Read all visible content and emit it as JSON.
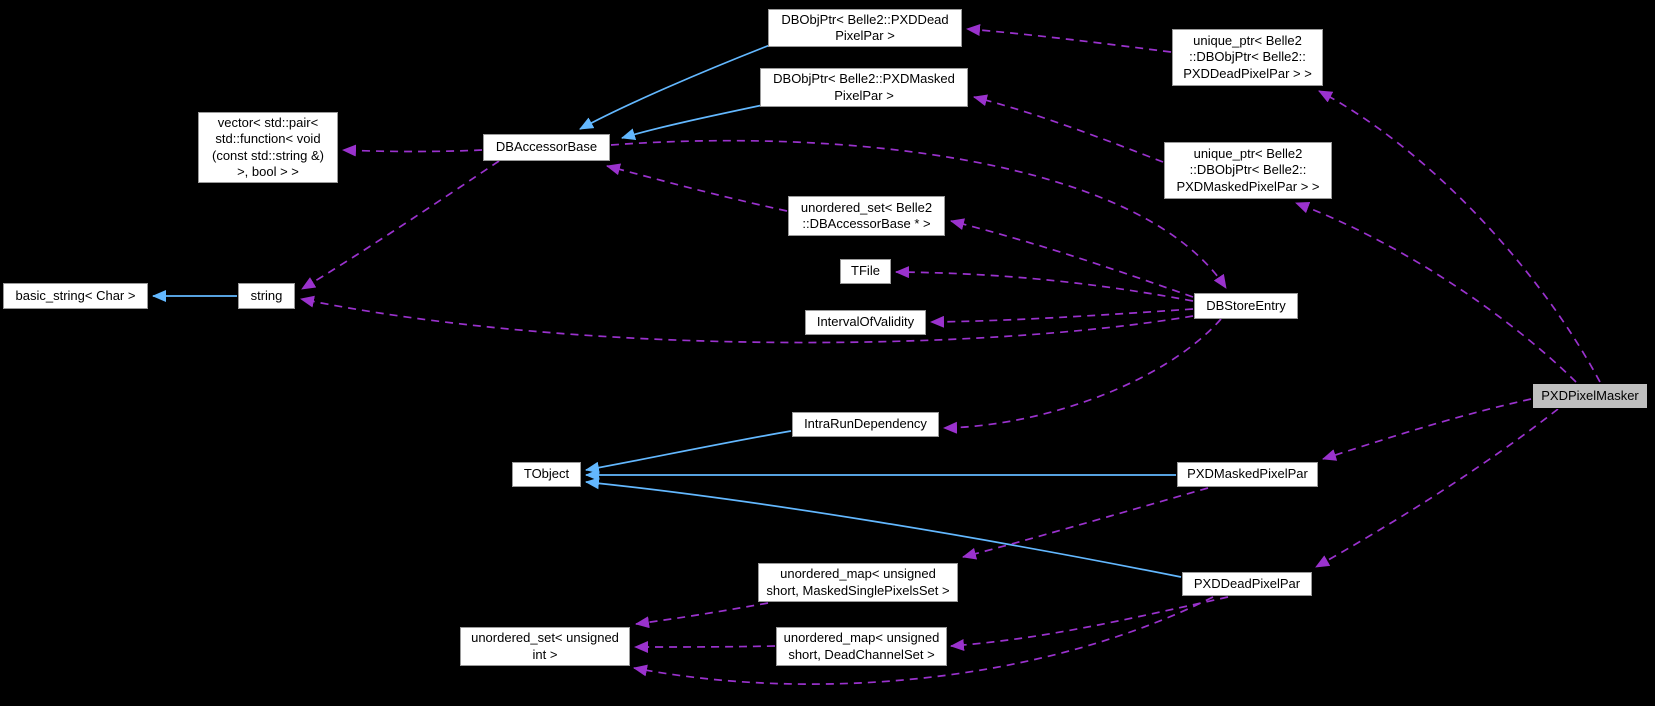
{
  "diagram": {
    "type": "class-collaboration-graph",
    "central_class": "PXDPixelMasker",
    "colors": {
      "background": "#000000",
      "node_fill": "#ffffff",
      "node_border": "#9a9a9a",
      "node_text": "#000000",
      "highlight_node_fill": "#bfbfbf",
      "highlight_node_border": "#000000",
      "usage_edge": "#9a32cd",
      "inheritance_edge": "#63b8ff"
    },
    "nodes": {
      "dbobjptr_dead": {
        "label": "DBObjPtr< Belle2::PXDDead\nPixelPar >"
      },
      "dbobjptr_masked": {
        "label": "DBObjPtr< Belle2::PXDMasked\nPixelPar >"
      },
      "unique_dead": {
        "label": "unique_ptr< Belle2\n::DBObjPtr< Belle2::\nPXDDeadPixelPar > >"
      },
      "unique_masked": {
        "label": "unique_ptr< Belle2\n::DBObjPtr< Belle2::\nPXDMaskedPixelPar > >"
      },
      "vector_box": {
        "label": "vector< std::pair<\nstd::function< void\n(const std::string &)\n>, bool > >"
      },
      "dbaccessorbase": {
        "label": "DBAccessorBase"
      },
      "uset_dba": {
        "label": "unordered_set< Belle2\n::DBAccessorBase * >"
      },
      "tfile": {
        "label": "TFile"
      },
      "iov": {
        "label": "IntervalOfValidity"
      },
      "dbstoreentry": {
        "label": "DBStoreEntry"
      },
      "basic_string": {
        "label": "basic_string< Char >"
      },
      "string": {
        "label": "string"
      },
      "intrarun": {
        "label": "IntraRunDependency"
      },
      "tobject": {
        "label": "TObject"
      },
      "pxdmasked": {
        "label": "PXDMaskedPixelPar"
      },
      "umap_masked": {
        "label": "unordered_map< unsigned\nshort, MaskedSinglePixelsSet >"
      },
      "uset_uint": {
        "label": "unordered_set< unsigned\nint >"
      },
      "umap_dead": {
        "label": "unordered_map< unsigned\nshort, DeadChannelSet >"
      },
      "pxddead": {
        "label": "PXDDeadPixelPar"
      },
      "pxdpixelmasker": {
        "label": "PXDPixelMasker"
      }
    }
  }
}
